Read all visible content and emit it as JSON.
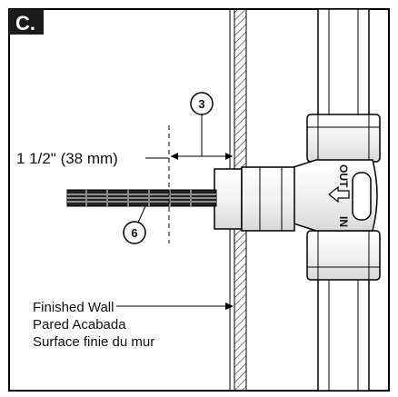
{
  "panel_label": "C.",
  "callouts": {
    "dimension_ref": "3",
    "stem_ref": "6"
  },
  "dimension_text": "1 1/2\" (38 mm)",
  "valve_labels": {
    "outlet": "OUT",
    "inlet": "IN"
  },
  "wall_label": {
    "en": "Finished Wall",
    "es": "Pared Acabada",
    "fr": "Surface finie du mur"
  }
}
